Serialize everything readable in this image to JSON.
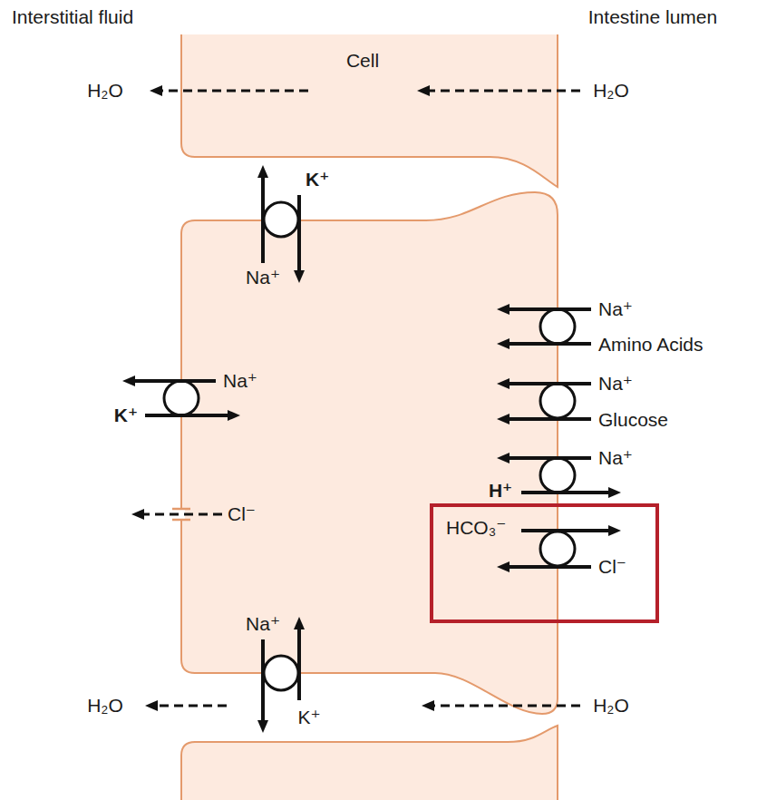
{
  "diagram": {
    "nodes": [
      {
        "text": [
          "Cell"
        ]
      },
      {
        "text": [
          "HCO₃⁻",
          "Cl⁻"
        ]
      }
    ],
    "labels": [
      "Interstitial fluid",
      "Intestine lumen",
      "H₂O",
      "H₂O",
      "K⁺",
      "Na⁺",
      "Na⁺",
      "Amino Acids",
      "Na⁺",
      "Na⁺",
      "Glucose",
      "K⁺",
      "Na⁺",
      "H⁺",
      "Cl⁻",
      "Na⁺",
      "K⁺",
      "H₂O",
      "H₂O"
    ]
  }
}
